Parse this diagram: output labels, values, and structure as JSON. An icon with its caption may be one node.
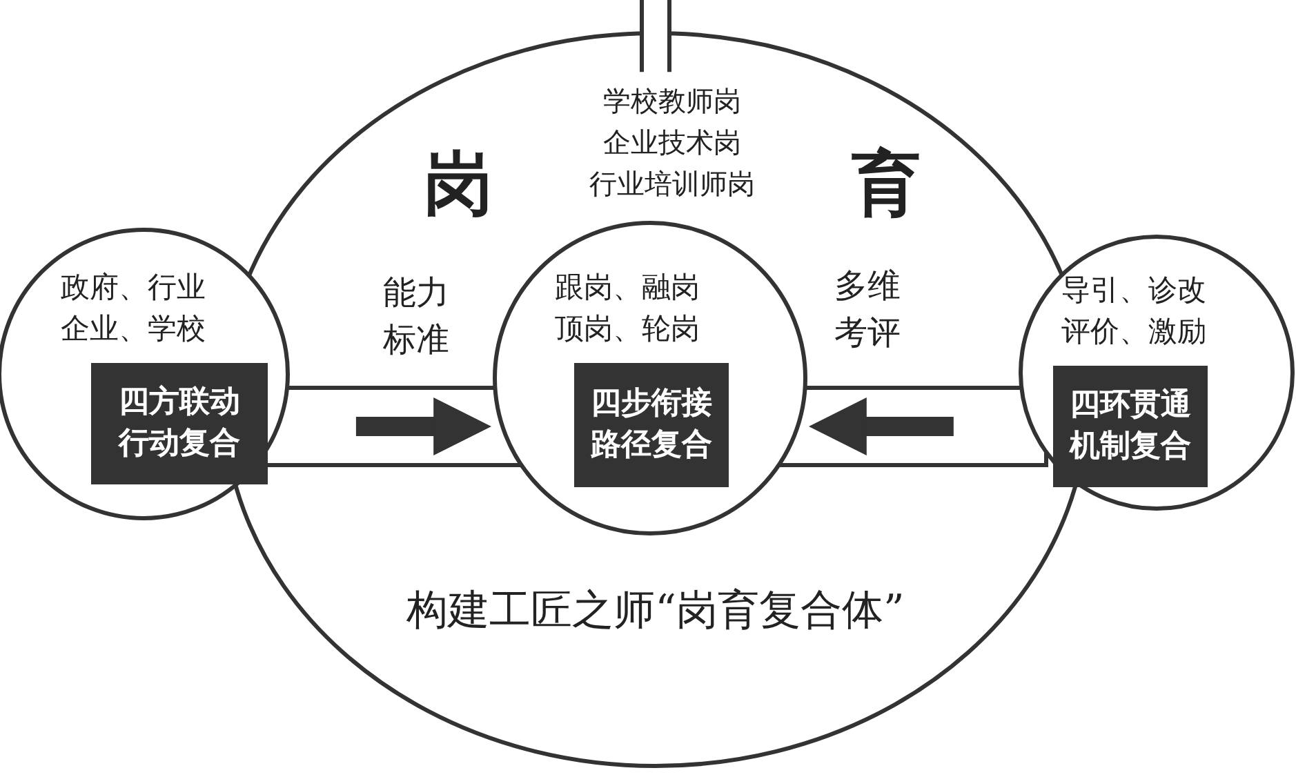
{
  "diagram": {
    "nodes": [
      {
        "text": [
          "构建工匠之师“岗育复合体”"
        ]
      },
      {
        "text": [
          "政府、行业企业、学校"
        ]
      },
      {
        "text": [
          "四方联动行动复合"
        ],
        "in": 1
      },
      {
        "text": [
          "跟岗、融岗顶岗、轮岗"
        ],
        "in": 0
      },
      {
        "text": [
          "四步衔接路径复合"
        ],
        "in": 3
      },
      {
        "text": [
          "导引、诊改评价、激励"
        ]
      },
      {
        "text": [
          "四环贯通机制复合"
        ],
        "in": 5
      }
    ],
    "edges": [
      {
        "from": 1,
        "to": 3,
        "arrow": "to",
        "label": "能力标准"
      },
      {
        "from": 5,
        "to": 3,
        "arrow": "to",
        "label": "多维考评"
      }
    ],
    "labels": [
      "学校教师岗",
      "企业技术岗",
      "行业培训师岗",
      "岗",
      "育"
    ]
  }
}
